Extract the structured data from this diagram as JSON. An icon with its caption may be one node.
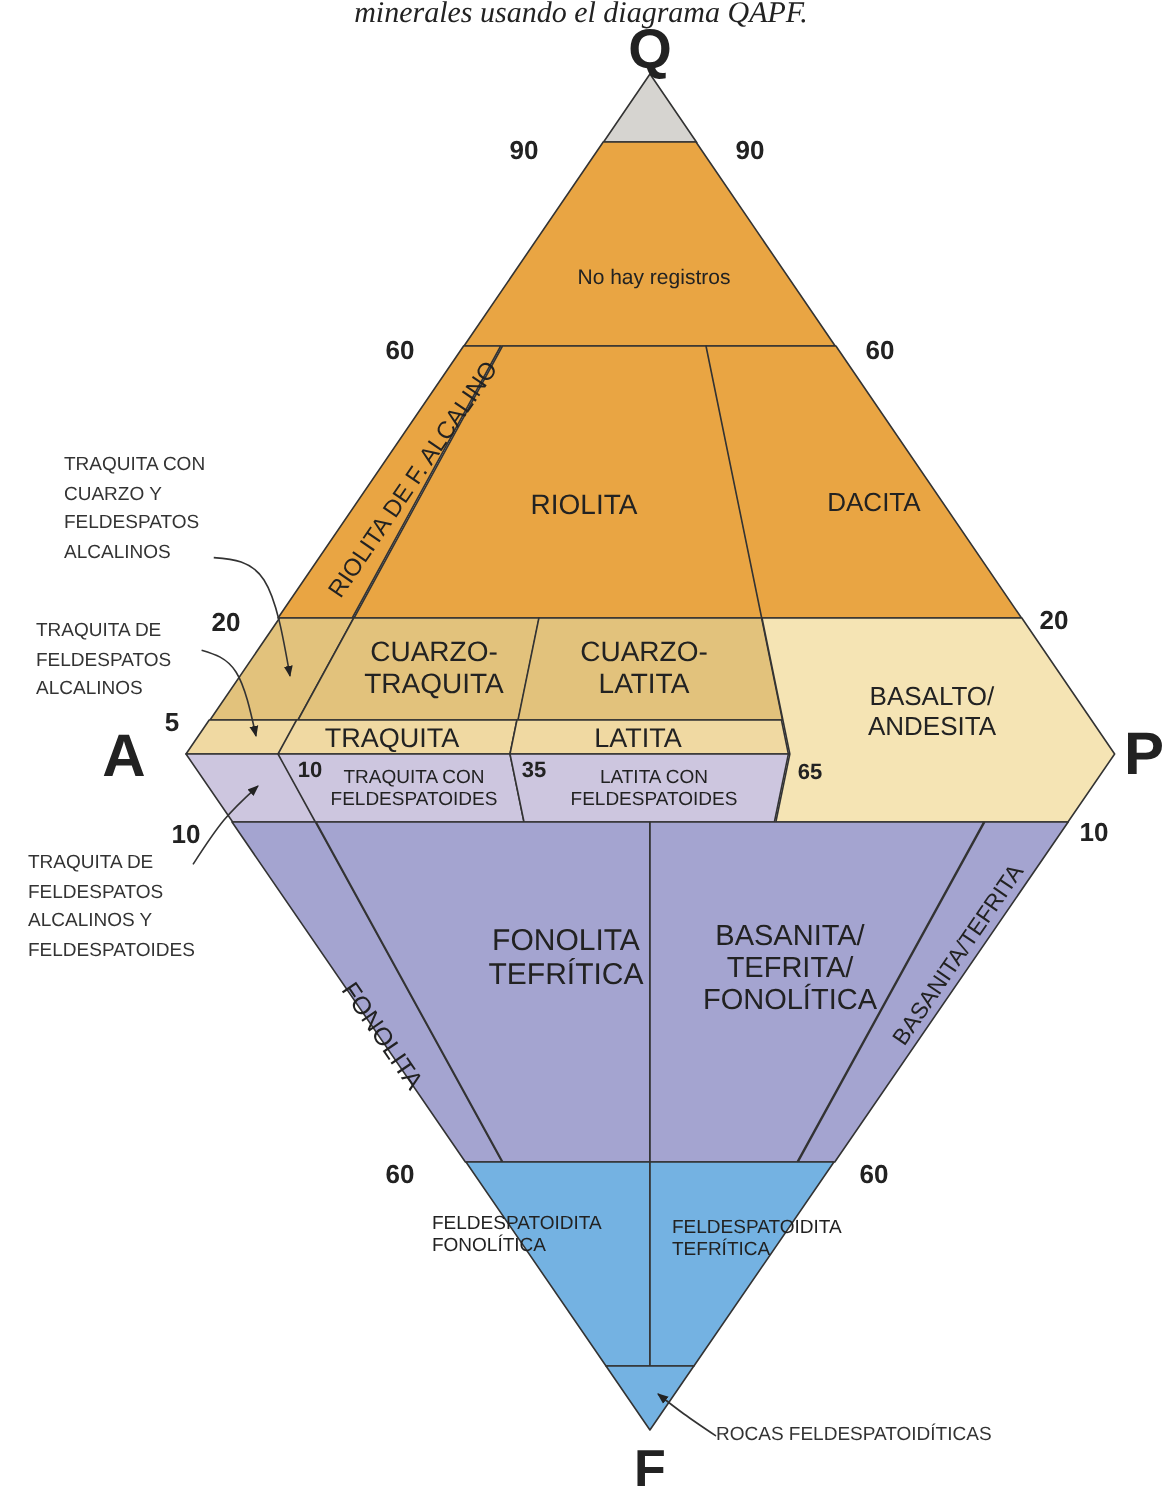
{
  "diagram": {
    "title": "minerales usando el diagrama QAPF.",
    "nodes": [
      {
        "text": [
          "No hay registros"
        ]
      },
      {
        "text": [
          "RIOLITA DE F. ALCALINO"
        ]
      },
      {
        "text": [
          "RIOLITA"
        ]
      },
      {
        "text": [
          "DACITA"
        ]
      },
      {
        "text": [
          "TRAQUITA CON CUARZO Y FELDESPATOS ALCALINOS"
        ]
      },
      {
        "text": [],
        "shape": "trapezoid"
      },
      {
        "text": [
          "CUARZO- TRAQUITA"
        ]
      },
      {
        "text": [
          "CUARZO- LATITA"
        ]
      },
      {
        "text": [
          "BASALTO/ ANDESITA"
        ]
      },
      {
        "text": [
          "TRAQUITA DE FELDESPATOS ALCALINOS"
        ]
      },
      {
        "text": [],
        "shape": "trapezoid"
      },
      {
        "text": [
          "TRAQUITA"
        ]
      },
      {
        "text": [
          "LATITA"
        ]
      },
      {
        "text": [],
        "shape": "trapezoid"
      },
      {
        "text": [
          "TRAQUITA CON FELDESPATOIDES"
        ]
      },
      {
        "text": [
          "LATITA CON FELDESPATOIDES"
        ]
      },
      {
        "text": [
          "TRAQUITA DE FELDESPATOS ALCALINOS Y FELDESPATOIDES"
        ]
      },
      {
        "text": [
          "FONOLITA"
        ]
      },
      {
        "text": [
          "FONOLITA TEFRÍTICA"
        ]
      },
      {
        "text": [
          "BASANITA/ TEFRITA/ FONOLÍTICA"
        ]
      },
      {
        "text": [
          "BASANITA/TEFRITA"
        ]
      },
      {
        "text": [
          "FELDESPATOIDITA FONOLÍTICA"
        ]
      },
      {
        "text": [
          "FELDESPATOIDITA TEFRÍTICA"
        ]
      },
      {
        "text": [],
        "shape": "triangle"
      },
      {
        "text": [
          "ROCAS FELDESPATOIDÍTICAS"
        ]
      }
    ],
    "edges": [
      {
        "from": 4,
        "to": 5,
        "arrow": "to"
      },
      {
        "from": 9,
        "to": 10,
        "arrow": "to"
      },
      {
        "from": 16,
        "to": 13,
        "arrow": "to"
      },
      {
        "from": 24,
        "to": 23,
        "arrow": "to"
      }
    ],
    "labels": [
      "Q",
      "90",
      "90",
      "60",
      "60",
      "20",
      "20",
      "5",
      "A",
      "10",
      "35",
      "65",
      "P",
      "10",
      "10",
      "60",
      "60",
      "F"
    ]
  }
}
